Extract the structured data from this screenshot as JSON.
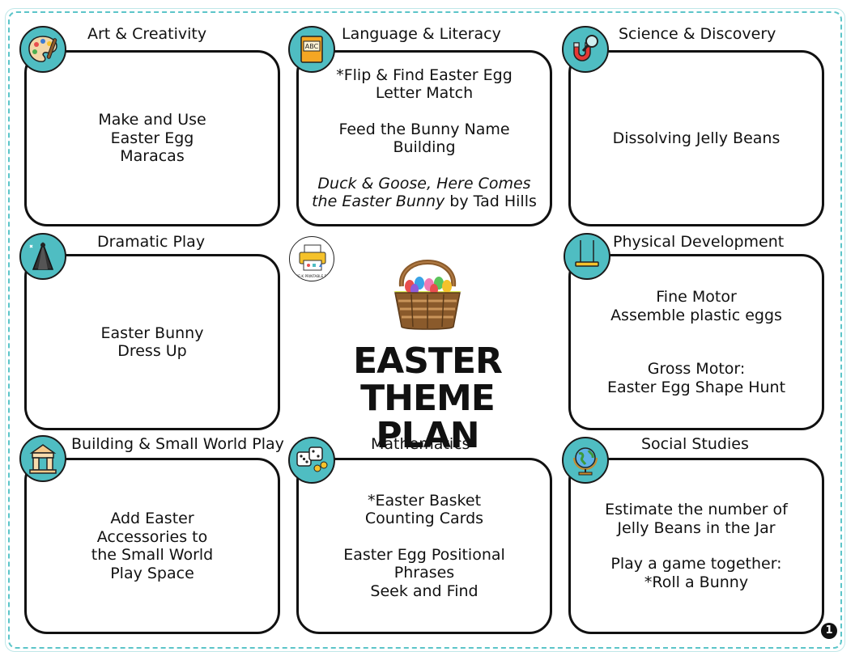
{
  "title_lines": [
    "EASTER",
    "THEME PLAN"
  ],
  "page_number": "1",
  "logo_text": "PRE-K PRINTABLE FUN",
  "accent_color": "#4fbdc2",
  "border_color": "#5cc5c9",
  "sections": {
    "art": {
      "heading": "Art & Creativity",
      "icon": "palette-icon",
      "lines": [
        "Make and Use",
        "Easter Egg",
        "Maracas"
      ]
    },
    "language": {
      "heading": "Language & Literacy",
      "icon": "abc-book-icon",
      "p1": [
        "*Flip & Find Easter Egg",
        "Letter Match"
      ],
      "p2": "Feed the Bunny Name Building",
      "p3_italic_1": "Duck & Goose, Here Comes",
      "p3_italic_2": "the Easter Bunny",
      "p3_author": " by Tad Hills"
    },
    "science": {
      "heading": "Science & Discovery",
      "icon": "magnet-magnifier-icon",
      "lines": [
        "Dissolving Jelly Beans"
      ]
    },
    "dramatic": {
      "heading": "Dramatic Play",
      "icon": "magic-cape-icon",
      "lines": [
        "Easter Bunny",
        "Dress Up"
      ]
    },
    "physical": {
      "heading": "Physical Development",
      "icon": "swing-icon",
      "p1": [
        "Fine Motor",
        "Assemble plastic eggs"
      ],
      "p2": [
        "Gross Motor:",
        "Easter Egg Shape Hunt"
      ]
    },
    "building": {
      "heading": "Building & Small World Play",
      "icon": "blocks-icon",
      "lines": [
        "Add Easter",
        "Accessories to",
        "the Small World",
        "Play Space"
      ]
    },
    "math": {
      "heading": "Mathematics",
      "icon": "dice-icon",
      "p1": [
        "*Easter Basket",
        "Counting Cards"
      ],
      "p2": [
        "Easter Egg Positional",
        "Phrases",
        "Seek and Find"
      ]
    },
    "social": {
      "heading": "Social Studies",
      "icon": "globe-icon",
      "p1": [
        "Estimate the number of",
        "Jelly Beans in the Jar"
      ],
      "p2": [
        "Play a game together:",
        "*Roll a Bunny"
      ]
    }
  }
}
